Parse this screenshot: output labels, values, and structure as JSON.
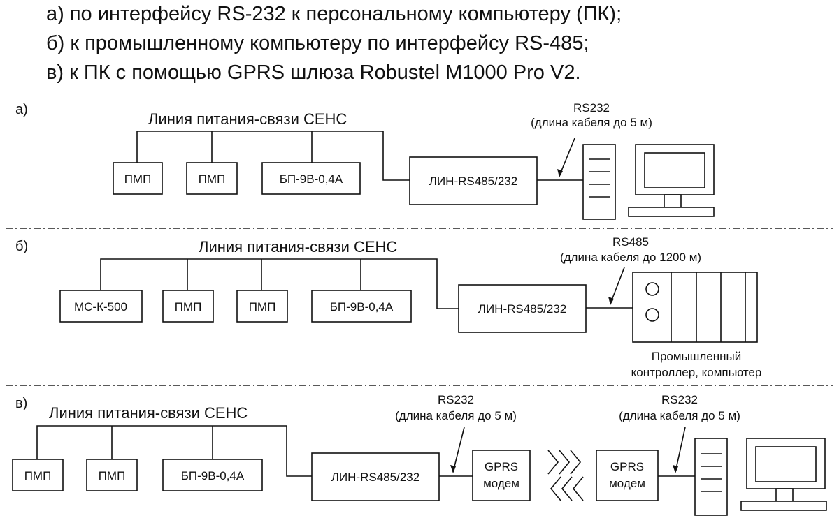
{
  "header": {
    "line_a": "а) по интерфейсу RS-232 к персональному компьютеру (ПК);",
    "line_b": "б) к промышленному компьютеру по интерфейсу RS-485;",
    "line_c": "в) к ПК с помощью GPRS шлюза Robustel M1000 Pro V2."
  },
  "section_a": {
    "label": "а)",
    "line_title": "Линия питания-связи СЕНС",
    "devices": [
      "ПМП",
      "ПМП",
      "БП-9В-0,4А"
    ],
    "converter": "ЛИН-RS485/232",
    "interface": "RS232",
    "cable": "(длина кабеля до 5 м)"
  },
  "section_b": {
    "label": "б)",
    "line_title": "Линия питания-связи СЕНС",
    "devices": [
      "МС-К-500",
      "ПМП",
      "ПМП",
      "БП-9В-0,4А"
    ],
    "converter": "ЛИН-RS485/232",
    "interface": "RS485",
    "cable": "(длина кабеля до 1200 м)",
    "controller_line1": "Промышленный",
    "controller_line2": "контроллер, компьютер"
  },
  "section_c": {
    "label": "в)",
    "line_title": "Линия питания-связи СЕНС",
    "devices": [
      "ПМП",
      "ПМП",
      "БП-9В-0,4А"
    ],
    "converter": "ЛИН-RS485/232",
    "interface_1": "RS232",
    "cable_1": "(длина кабеля до 5 м)",
    "modem_1_line1": "GPRS",
    "modem_1_line2": "модем",
    "modem_2_line1": "GPRS",
    "modem_2_line2": "модем",
    "interface_2": "RS232",
    "cable_2": "(длина кабеля до 5 м)"
  }
}
